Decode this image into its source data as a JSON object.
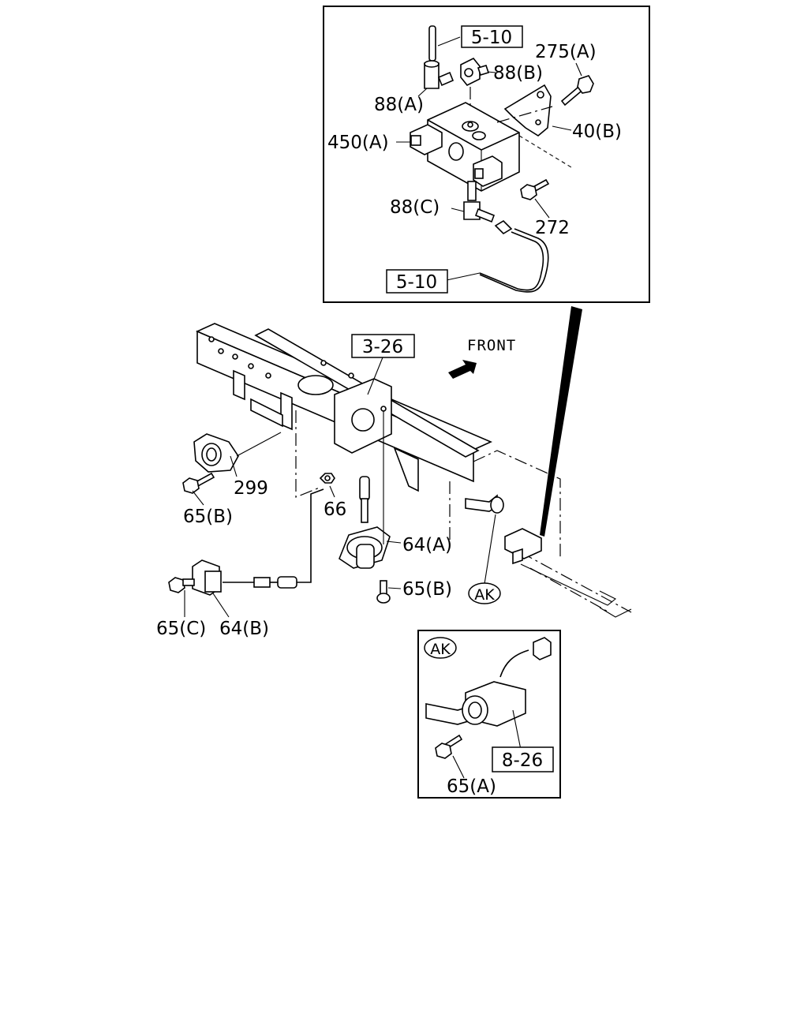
{
  "labels": {
    "ref_5_10_top": "5-10",
    "p275a": "275(A)",
    "p88b": "88(B)",
    "p88a": "88(A)",
    "p450a": "450(A)",
    "p40b": "40(B)",
    "p88c": "88(C)",
    "p272": "272",
    "ref_5_10_bottom": "5-10",
    "ref_3_26": "3-26",
    "front": "FRONT",
    "p299": "299",
    "p65b_left": "65(B)",
    "p66": "66",
    "p64a": "64(A)",
    "p65b_mid": "65(B)",
    "callout_ak": "AK",
    "p65c": "65(C)",
    "p64b": "64(B)",
    "detail_ak": "AK",
    "ref_8_26": "8-26",
    "p65a": "65(A)"
  }
}
